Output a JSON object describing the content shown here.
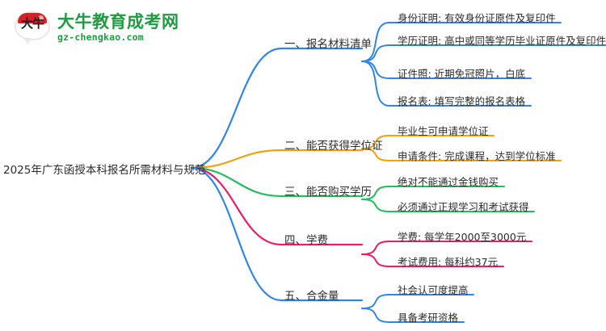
{
  "logo": {
    "mark_text": "大牛",
    "title": "大牛教育成考网",
    "url": "gz-chengkao.com",
    "brand_green": "#1f9b41",
    "brand_red": "#d42027"
  },
  "mindmap": {
    "root": {
      "label": "2025年广东函授本科报名所需材料与规范"
    },
    "branches": [
      {
        "label": "一、报名材料清单",
        "color": "#2f86e8",
        "leaves": [
          {
            "label": "身份证明: 有效身份证原件及复印件"
          },
          {
            "label": "学历证明: 高中或同等学历毕业证原件及复印件"
          },
          {
            "label": "证件照: 近期免冠照片，白底"
          },
          {
            "label": "报名表: 填写完整的报名表格"
          }
        ]
      },
      {
        "label": "二、能否获得学位证",
        "color": "#f2a10d",
        "leaves": [
          {
            "label": "毕业生可申请学位证"
          },
          {
            "label": "申请条件: 完成课程，达到学位标准"
          }
        ]
      },
      {
        "label": "三、能否购买学历",
        "color": "#1fbf5c",
        "leaves": [
          {
            "label": "绝对不能通过金钱购买"
          },
          {
            "label": "必须通过正规学习和考试获得"
          }
        ]
      },
      {
        "label": "四、学费",
        "color": "#ec1c6b",
        "leaves": [
          {
            "label": "学费: 每学年2000至3000元"
          },
          {
            "label": "考试费用: 每科约37元"
          }
        ]
      },
      {
        "label": "五、合金量",
        "color": "#2f86e8",
        "leaves": [
          {
            "label": "社会认可度提高"
          },
          {
            "label": "具备考研资格"
          }
        ]
      }
    ]
  }
}
